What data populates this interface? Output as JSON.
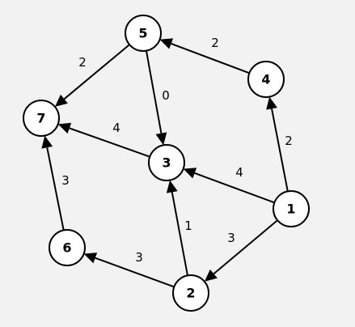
{
  "diagram": {
    "type": "directed-weighted-graph",
    "colors": {
      "background": "#f2f2f2",
      "node_fill": "#ffffff",
      "stroke": "#000000",
      "text": "#000000"
    },
    "nodes": [
      {
        "id": "1",
        "label": "1"
      },
      {
        "id": "2",
        "label": "2"
      },
      {
        "id": "3",
        "label": "3"
      },
      {
        "id": "4",
        "label": "4"
      },
      {
        "id": "5",
        "label": "5"
      },
      {
        "id": "6",
        "label": "6"
      },
      {
        "id": "7",
        "label": "7"
      }
    ],
    "edges": [
      {
        "from": "1",
        "to": "4",
        "weight": "2"
      },
      {
        "from": "1",
        "to": "3",
        "weight": "4"
      },
      {
        "from": "1",
        "to": "2",
        "weight": "3"
      },
      {
        "from": "4",
        "to": "5",
        "weight": "2"
      },
      {
        "from": "5",
        "to": "7",
        "weight": "2"
      },
      {
        "from": "5",
        "to": "3",
        "weight": "0"
      },
      {
        "from": "3",
        "to": "7",
        "weight": "4"
      },
      {
        "from": "2",
        "to": "3",
        "weight": "1"
      },
      {
        "from": "2",
        "to": "6",
        "weight": "3"
      },
      {
        "from": "6",
        "to": "7",
        "weight": "3"
      }
    ]
  }
}
